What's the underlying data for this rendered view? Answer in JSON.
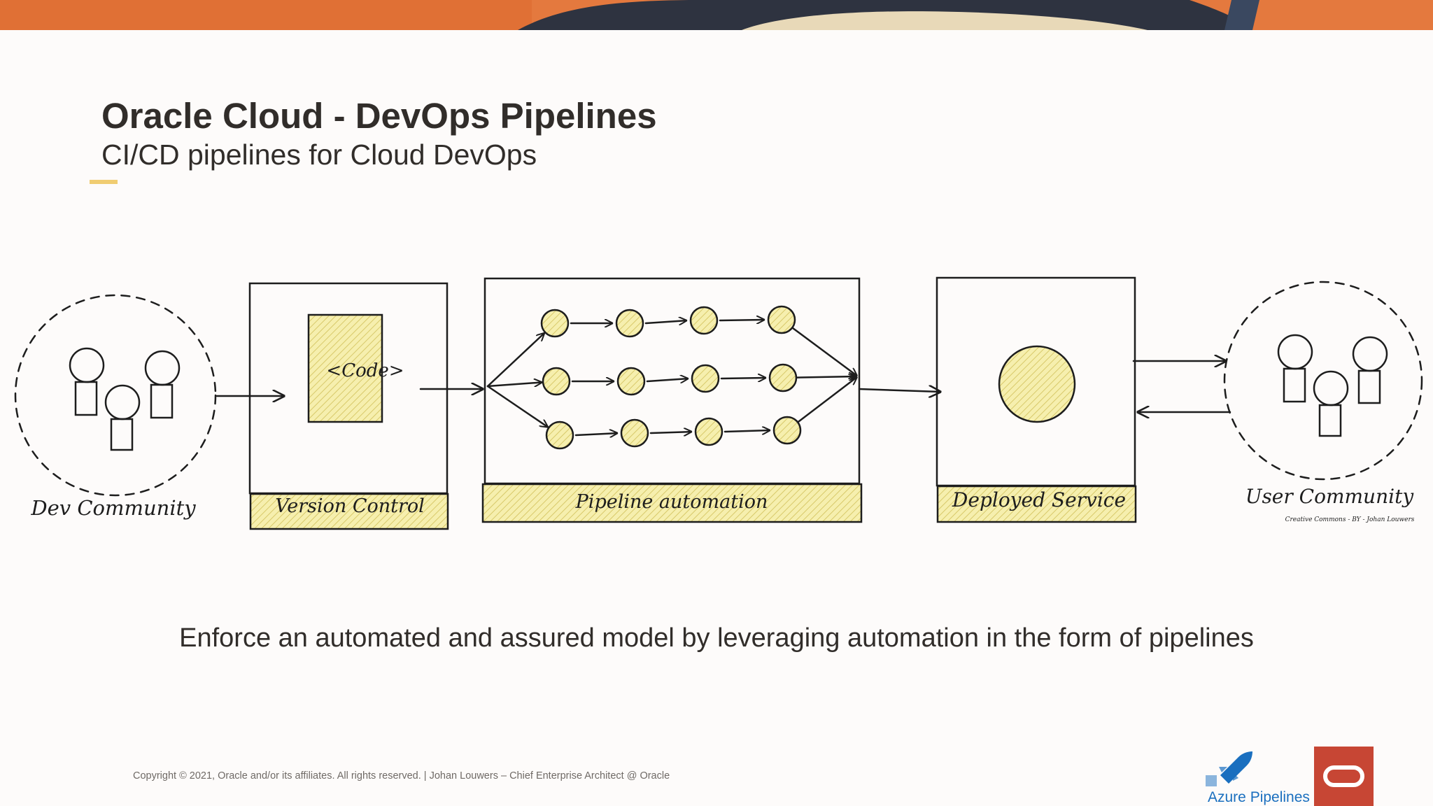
{
  "slide": {
    "title": "Oracle Cloud - DevOps Pipelines",
    "subtitle": "CI/CD pipelines for Cloud DevOps",
    "accent_color": "#f0cc71",
    "tagline": "Enforce an automated and assured model by leveraging automation in the form of pipelines",
    "copyright": "Copyright © 2021, Oracle and/or its affiliates. All rights reserved.  | Johan Louwers – Chief Enterprise Architect @ Oracle"
  },
  "diagram": {
    "fill_color": "#f6efae",
    "stroke_color": "#1d1d1d",
    "dev_community": "Dev Community",
    "version_control": "Version Control",
    "code": "<Code>",
    "pipeline_automation": "Pipeline automation",
    "deployed_service": "Deployed Service",
    "user_community": "User Community",
    "attribution": "Creative Commons - BY - Johan Louwers"
  },
  "logos": {
    "azure_label": "Azure Pipelines",
    "azure_color": "#1a6fbf",
    "oracle_color": "#c74634"
  }
}
